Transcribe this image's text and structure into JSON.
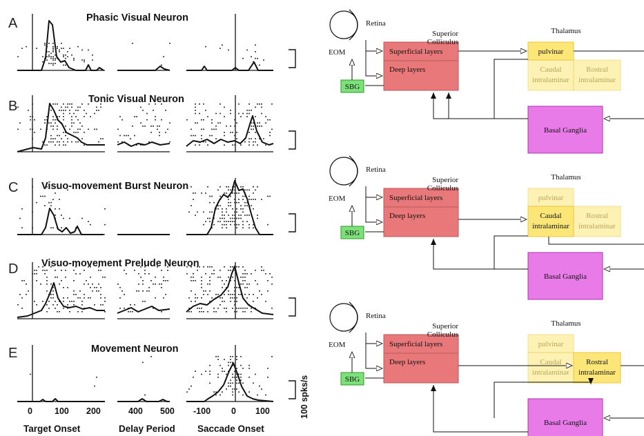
{
  "left_figure": {
    "panels": [
      {
        "letter": "A",
        "title": "Phasic Visual Neuron"
      },
      {
        "letter": "B",
        "title": "Tonic Visual Neuron"
      },
      {
        "letter": "C",
        "title": "Visuo-movement Burst Neuron"
      },
      {
        "letter": "D",
        "title": "Visuo-movement Prelude Neuron"
      },
      {
        "letter": "E",
        "title": "Movement Neuron"
      }
    ],
    "scale_label": "100 spks/s",
    "x_axes": {
      "target": {
        "label": "Target Onset",
        "ticks": [
          "0",
          "100",
          "200"
        ]
      },
      "delay": {
        "label": "Delay Period",
        "ticks": [
          "400",
          "500"
        ]
      },
      "saccade": {
        "label": "Saccade Onset",
        "ticks": [
          "-100",
          "0",
          "100"
        ]
      }
    }
  },
  "right_figure": {
    "diagrams": [
      {
        "highlight": "pulvinar"
      },
      {
        "highlight": "caudal"
      },
      {
        "highlight": "rostral"
      }
    ],
    "labels": {
      "retina": "Retina",
      "eom": "EOM",
      "sbg": "SBG",
      "sc_line1": "Superior",
      "sc_line2": "Colliculus",
      "superficial": "Superficial layers",
      "deep": "Deep layers",
      "thalamus": "Thalamus",
      "pulvinar": "pulvinar",
      "caudal_line1": "Caudal",
      "caudal_line2": "intralaminar",
      "rostral_line1": "Rostral",
      "rostral_line2": "intralaminar",
      "basal_ganglia": "Basal Ganglia"
    },
    "colors": {
      "sc_fill": "#e8787a",
      "sc_stroke": "#b85a5c",
      "sbg_fill": "#7de07a",
      "sbg_stroke": "#2a9a2a",
      "thal_fill": "#fce678",
      "thal_stroke": "#e8c840",
      "bg_fill": "#e87be8",
      "bg_stroke": "#b030b0"
    }
  }
}
